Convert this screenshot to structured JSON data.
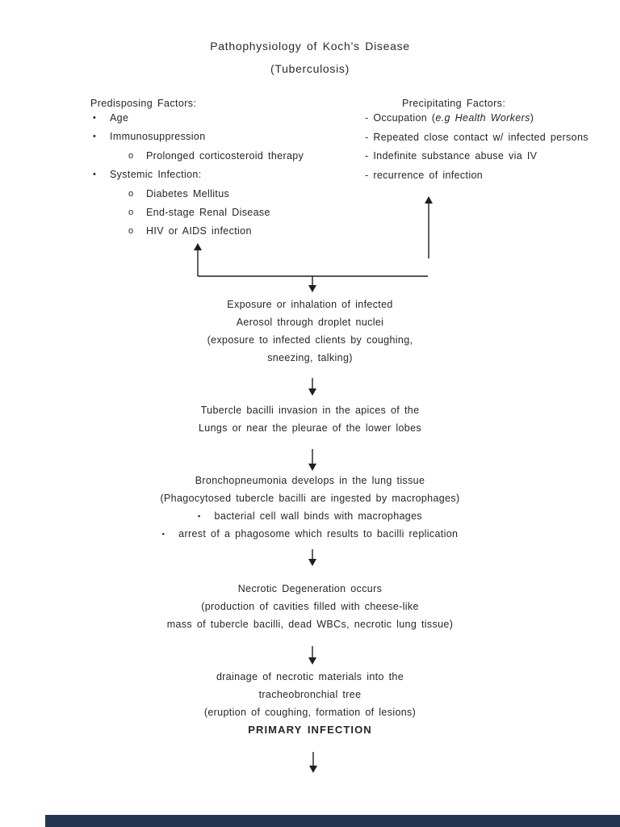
{
  "title": {
    "line1": "Pathophysiology of Koch’s Disease",
    "line2": "(Tuberculosis)"
  },
  "glyphs": {
    "bullet_dot": "•",
    "bullet_circle": "o",
    "bullet_square": "▪"
  },
  "predisposing": {
    "heading": "Predisposing Factors:",
    "items": [
      {
        "text": "Age"
      },
      {
        "text": "Immunosuppression"
      },
      {
        "text": "Prolonged corticosteroid therapy"
      },
      {
        "text": "Systemic Infection:"
      },
      {
        "text": "Diabetes Mellitus"
      },
      {
        "text": "End-stage Renal Disease"
      },
      {
        "text": "HIV or AIDS infection"
      }
    ]
  },
  "precipitating": {
    "heading": "Precipitating Factors:",
    "items": [
      {
        "pre": "- Occupation (",
        "em": "e.g Health Workers",
        "post": ")"
      },
      {
        "pre": "- Repeated close contact w/ infected persons",
        "em": "",
        "post": ""
      },
      {
        "pre": "- Indefinite substance abuse via IV",
        "em": "",
        "post": ""
      },
      {
        "pre": "- recurrence of infection",
        "em": "",
        "post": ""
      }
    ]
  },
  "flow": {
    "block1": {
      "lines": [
        "Exposure or inhalation of infected",
        "Aerosol through droplet nuclei",
        "(exposure to infected clients by coughing,",
        "sneezing, talking)"
      ]
    },
    "block2": {
      "lines": [
        "Tubercle bacilli invasion in the apices of the",
        "Lungs or near the pleurae of the lower lobes"
      ]
    },
    "block3": {
      "lines": [
        "Bronchopneumonia develops in the lung tissue",
        "(Phagocytosed tubercle bacilli are ingested by macrophages)"
      ],
      "bullets": [
        "bacterial cell wall binds with macrophages",
        "arrest of a phagosome which results to bacilli replication"
      ]
    },
    "block4": {
      "lines": [
        "Necrotic Degeneration occurs",
        "(production of cavities filled with cheese-like",
        "mass of tubercle bacilli, dead WBCs, necrotic lung tissue)"
      ]
    },
    "block5": {
      "lines": [
        "drainage of necrotic materials into the",
        "tracheobronchial tree",
        "(eruption of coughing, formation of lesions)"
      ],
      "emphasis": "PRIMARY INFECTION"
    }
  },
  "colors": {
    "text": "#262626",
    "page_background": "#ffffff",
    "arrow": "#1f1f1f",
    "bottom_bar": "#233650"
  }
}
